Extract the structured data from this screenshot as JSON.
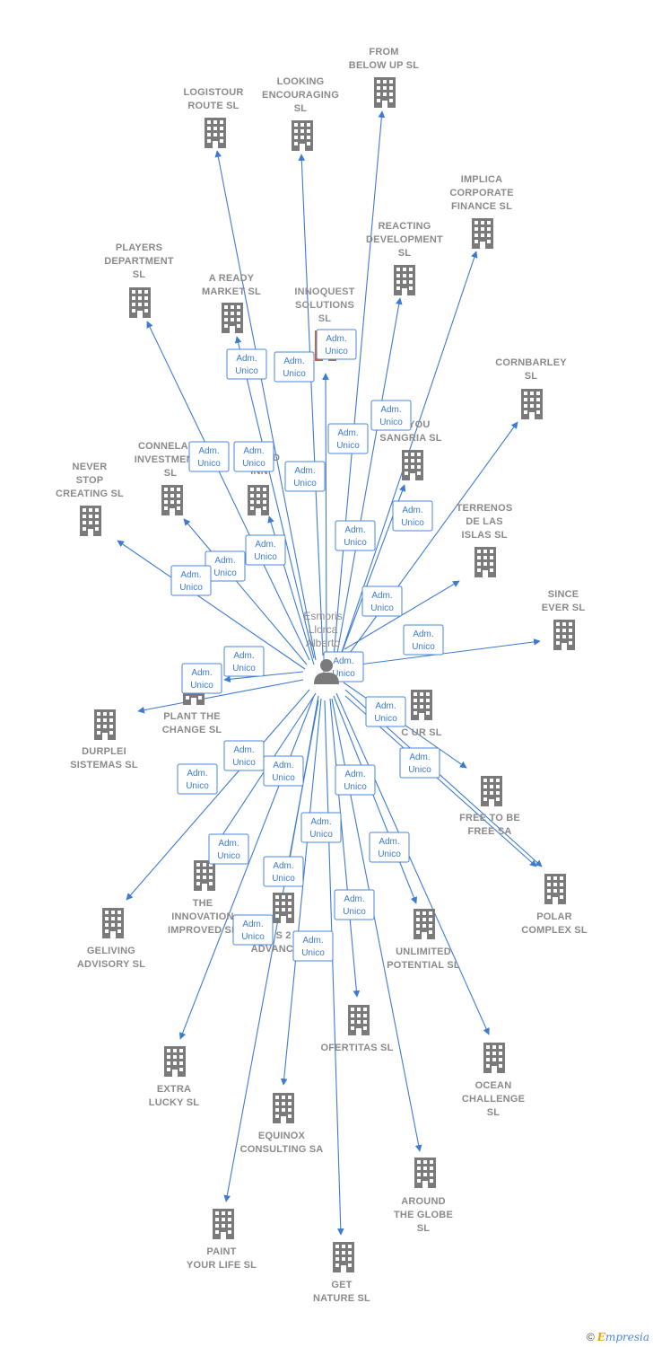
{
  "colors": {
    "edge": "#3d7bd1",
    "building": "#7a7a7a",
    "building_highlight": "#e5582b",
    "person": "#7a7a7a"
  },
  "center": {
    "name": "Esmoris Llorca Alberto",
    "lines": [
      "Esmoris",
      "Llorca",
      "Alberto"
    ],
    "icon": "person-icon"
  },
  "role_label": [
    "Adm.",
    "Unico"
  ],
  "companies": [
    {
      "id": "from-below-up",
      "lines": [
        "FROM",
        "BELOW UP  SL"
      ]
    },
    {
      "id": "logistour-route",
      "lines": [
        "LOGISTOUR",
        "ROUTE  SL"
      ]
    },
    {
      "id": "looking-encouraging",
      "lines": [
        "LOOKING",
        "ENCOURAGING",
        "SL"
      ]
    },
    {
      "id": "implica-corporate",
      "lines": [
        "IMPLICA",
        "CORPORATE",
        "FINANCE  SL"
      ]
    },
    {
      "id": "reacting-development",
      "lines": [
        "REACTING",
        "DEVELOPMENT",
        "SL"
      ]
    },
    {
      "id": "players-department",
      "lines": [
        "PLAYERS",
        "DEPARTMENT",
        "SL"
      ]
    },
    {
      "id": "a-ready-market",
      "lines": [
        "A READY",
        "MARKET  SL"
      ]
    },
    {
      "id": "innoquest-solutions",
      "lines": [
        "INNOQUEST",
        "SOLUTIONS",
        "SL"
      ],
      "highlight": true
    },
    {
      "id": "cornbarley",
      "lines": [
        "CORNBARLEY",
        "SL"
      ]
    },
    {
      "id": "beyou",
      "lines": [
        "BE YOU",
        "SANGRIA  SL"
      ]
    },
    {
      "id": "conneland-investments",
      "lines": [
        "CONNELAND",
        "INVESTMENTS",
        "SL"
      ]
    },
    {
      "id": "expand",
      "lines": [
        "EXPAND",
        "INN"
      ]
    },
    {
      "id": "never-stop-creating",
      "lines": [
        "NEVER",
        "STOP",
        "CREATING  SL"
      ]
    },
    {
      "id": "terrenos-de-las-islas",
      "lines": [
        "TERRENOS",
        "DE LAS",
        "ISLAS  SL"
      ]
    },
    {
      "id": "since-ever",
      "lines": [
        "SINCE",
        "EVER  SL"
      ]
    },
    {
      "id": "plant-the-change",
      "lines": [
        "PLANT THE",
        "CHANGE  SL"
      ]
    },
    {
      "id": "durplei-sistemas",
      "lines": [
        "DURPLEI",
        "SISTEMAS  SL"
      ]
    },
    {
      "id": "cafeteur",
      "lines": [
        "C     UR  SL"
      ]
    },
    {
      "id": "free-to-be-free",
      "lines": [
        "FREE TO BE",
        "FREE SA"
      ]
    },
    {
      "id": "polar-complex",
      "lines": [
        "POLAR",
        "COMPLEX  SL"
      ]
    },
    {
      "id": "the-innovation-improved",
      "lines": [
        "THE",
        "INNOVATION",
        "IMPROVED  SL"
      ]
    },
    {
      "id": "geliving-advisory",
      "lines": [
        "GELIVING",
        "ADVISORY  SL"
      ]
    },
    {
      "id": "advance",
      "lines": [
        "S 2",
        "ADVANCE  SL"
      ]
    },
    {
      "id": "unlimited-potential",
      "lines": [
        "UNLIMITED",
        "POTENTIAL  SL"
      ]
    },
    {
      "id": "ofertitas",
      "lines": [
        "OFERTITAS  SL"
      ]
    },
    {
      "id": "ocean-challenge",
      "lines": [
        "OCEAN",
        "CHALLENGE",
        "SL"
      ]
    },
    {
      "id": "extra-lucky",
      "lines": [
        "EXTRA",
        "LUCKY  SL"
      ]
    },
    {
      "id": "equinox-consulting",
      "lines": [
        "EQUINOX",
        "CONSULTING SA"
      ]
    },
    {
      "id": "around-the-globe",
      "lines": [
        "AROUND",
        "THE GLOBE",
        "SL"
      ]
    },
    {
      "id": "paint-your-life",
      "lines": [
        "PAINT",
        "YOUR LIFE  SL"
      ]
    },
    {
      "id": "get-nature",
      "lines": [
        "GET",
        "NATURE  SL"
      ]
    }
  ],
  "footer": {
    "copyright": "©",
    "brand_initial": "E",
    "brand_rest": "mpresia"
  }
}
